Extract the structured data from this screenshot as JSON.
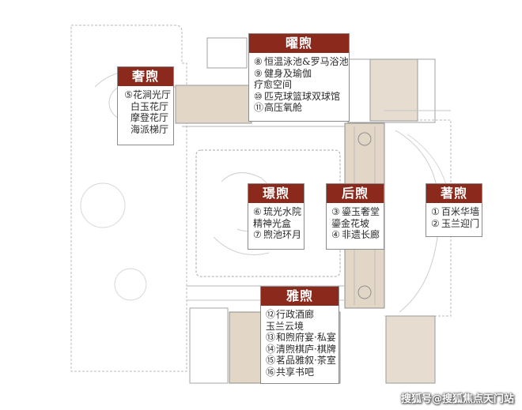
{
  "zones": {
    "she": {
      "title": "奢煦",
      "items": [
        {
          "num": "⑤",
          "text": "花涧光厅"
        },
        {
          "num": "",
          "text": "白玉花厅"
        },
        {
          "num": "",
          "text": "摩登花厅"
        },
        {
          "num": "",
          "text": "海派梯厅"
        }
      ]
    },
    "yao": {
      "title": "曜煦",
      "items": [
        {
          "num": "⑧",
          "text": "恒温泳池&罗马浴池"
        },
        {
          "num": "⑨",
          "text": "健身及瑜伽"
        },
        {
          "num": "",
          "text": "疗愈空间"
        },
        {
          "num": "⑩",
          "text": "匹克球篮球双球馆"
        },
        {
          "num": "⑪",
          "text": "高压氧舱"
        }
      ]
    },
    "jing": {
      "title": "璟煦",
      "items": [
        {
          "num": "⑥",
          "text": "琉光水院"
        },
        {
          "num": "",
          "text": "精神光盒"
        },
        {
          "num": "⑦",
          "text": "煦池环月"
        }
      ]
    },
    "hou": {
      "title": "后煦",
      "items": [
        {
          "num": "③",
          "text": "鎏玉奢堂"
        },
        {
          "num": "",
          "text": "鎏金花坡"
        },
        {
          "num": "④",
          "text": "非遗长廊"
        }
      ]
    },
    "zhu": {
      "title": "著煦",
      "items": [
        {
          "num": "①",
          "text": "百米华墙"
        },
        {
          "num": "②",
          "text": "玉兰迎门"
        }
      ]
    },
    "ya": {
      "title": "雅煦",
      "items": [
        {
          "num": "⑫",
          "text": "行政酒廊"
        },
        {
          "num": "",
          "text": "玉兰云境"
        },
        {
          "num": "⑬",
          "text": "和煦府宴·私宴"
        },
        {
          "num": "⑭",
          "text": "清煦棋庐·棋牌"
        },
        {
          "num": "⑮",
          "text": "茗品雅叙·茶室"
        },
        {
          "num": "⑯",
          "text": "共享书吧"
        }
      ]
    }
  },
  "watermark": "搜狐号@搜狐焦点天门站",
  "colors": {
    "title_bg": "#8b2a1c",
    "building_fill": "#e2d6c6",
    "outline": "#9a9a9a"
  }
}
